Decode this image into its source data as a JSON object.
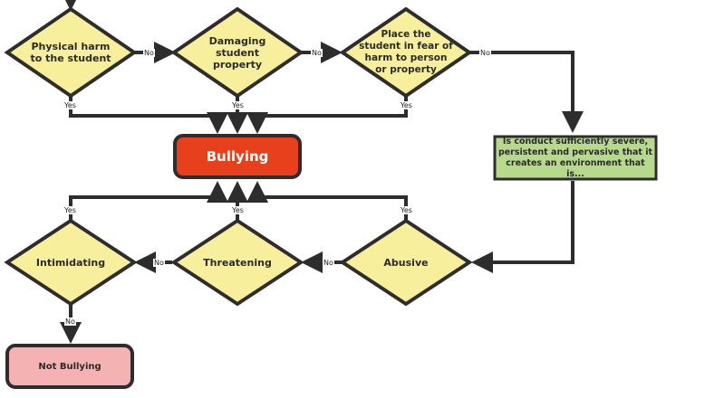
{
  "nodes": {
    "physical_harm": "Physical harm\nto the student",
    "damaging_property": "Damaging\nstudent\nproperty",
    "fear_of_harm": "Place the\nstudent in fear of\nharm to person\nor property",
    "severe_conduct": "Is conduct sufficiently severe,\npersistent and pervasive that it\ncreates an environment that is...",
    "bullying": "Bullying",
    "intimidating": "Intimidating",
    "threatening": "Threatening",
    "abusive": "Abusive",
    "not_bullying": "Not Bullying"
  },
  "edge_labels": {
    "yes": "Yes",
    "no": "No"
  },
  "colors": {
    "diamond_fill": "#f7ef9c",
    "diamond_stroke": "#2d2d2d",
    "bullying_fill": "#e8401d",
    "not_bullying_fill": "#f4b2b2",
    "question_fill": "#b7d98b",
    "line": "#2d2d2d"
  }
}
